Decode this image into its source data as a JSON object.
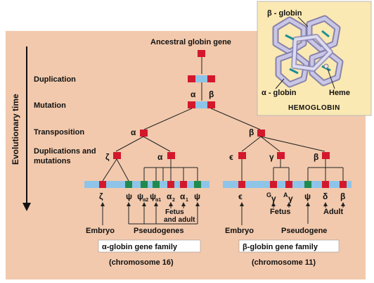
{
  "colors": {
    "panel": "#f2c9ad",
    "inset": "#fbe9b3",
    "gene_red": "#d3182c",
    "gene_blue": "#8ec4e8",
    "gene_green": "#1f8a4e",
    "chromosome": "#8ec4e8",
    "line": "#222222"
  },
  "axis_label": "Evolutionary time",
  "stages": {
    "duplication": "Duplication",
    "mutation": "Mutation",
    "transposition": "Transposition",
    "dup_mut_1": "Duplications and",
    "dup_mut_2": "mutations"
  },
  "top_label": "Ancestral globin gene",
  "greek": {
    "alpha": "α",
    "beta": "β",
    "zeta": "ζ",
    "epsilon": "ϵ",
    "gamma": "γ",
    "psi": "ψ",
    "delta": "δ"
  },
  "alpha_genes": {
    "zeta": "ζ",
    "psi1": "ψ",
    "psi_a2": "ψ",
    "psi_a2_sub": "α2",
    "psi_a1": "ψ",
    "psi_a1_sub": "α1",
    "a2": "α",
    "a2_sub": "2",
    "a1": "α",
    "a1_sub": "1",
    "psi_last": "ψ"
  },
  "beta_genes": {
    "epsilon": "ϵ",
    "G": "G",
    "g_gamma": "γ",
    "A": "A",
    "a_gamma": "γ",
    "psi": "ψ",
    "delta": "δ",
    "beta": "β"
  },
  "alpha_labels": {
    "fetus": "Fetus",
    "and_adult": "and adult",
    "embryo": "Embryo",
    "pseudogenes": "Pseudogenes",
    "family": "α-globin gene family",
    "chromosome": "(chromosome 16)"
  },
  "beta_labels": {
    "embryo": "Embryo",
    "fetus": "Fetus",
    "pseudogene": "Pseudogene",
    "adult": "Adult",
    "family": "β-globin gene family",
    "chromosome": "(chromosome 11)"
  },
  "inset": {
    "beta_globin": "β - globin",
    "alpha_globin": "α - globin",
    "heme": "Heme",
    "title": "Hemoglobin"
  }
}
